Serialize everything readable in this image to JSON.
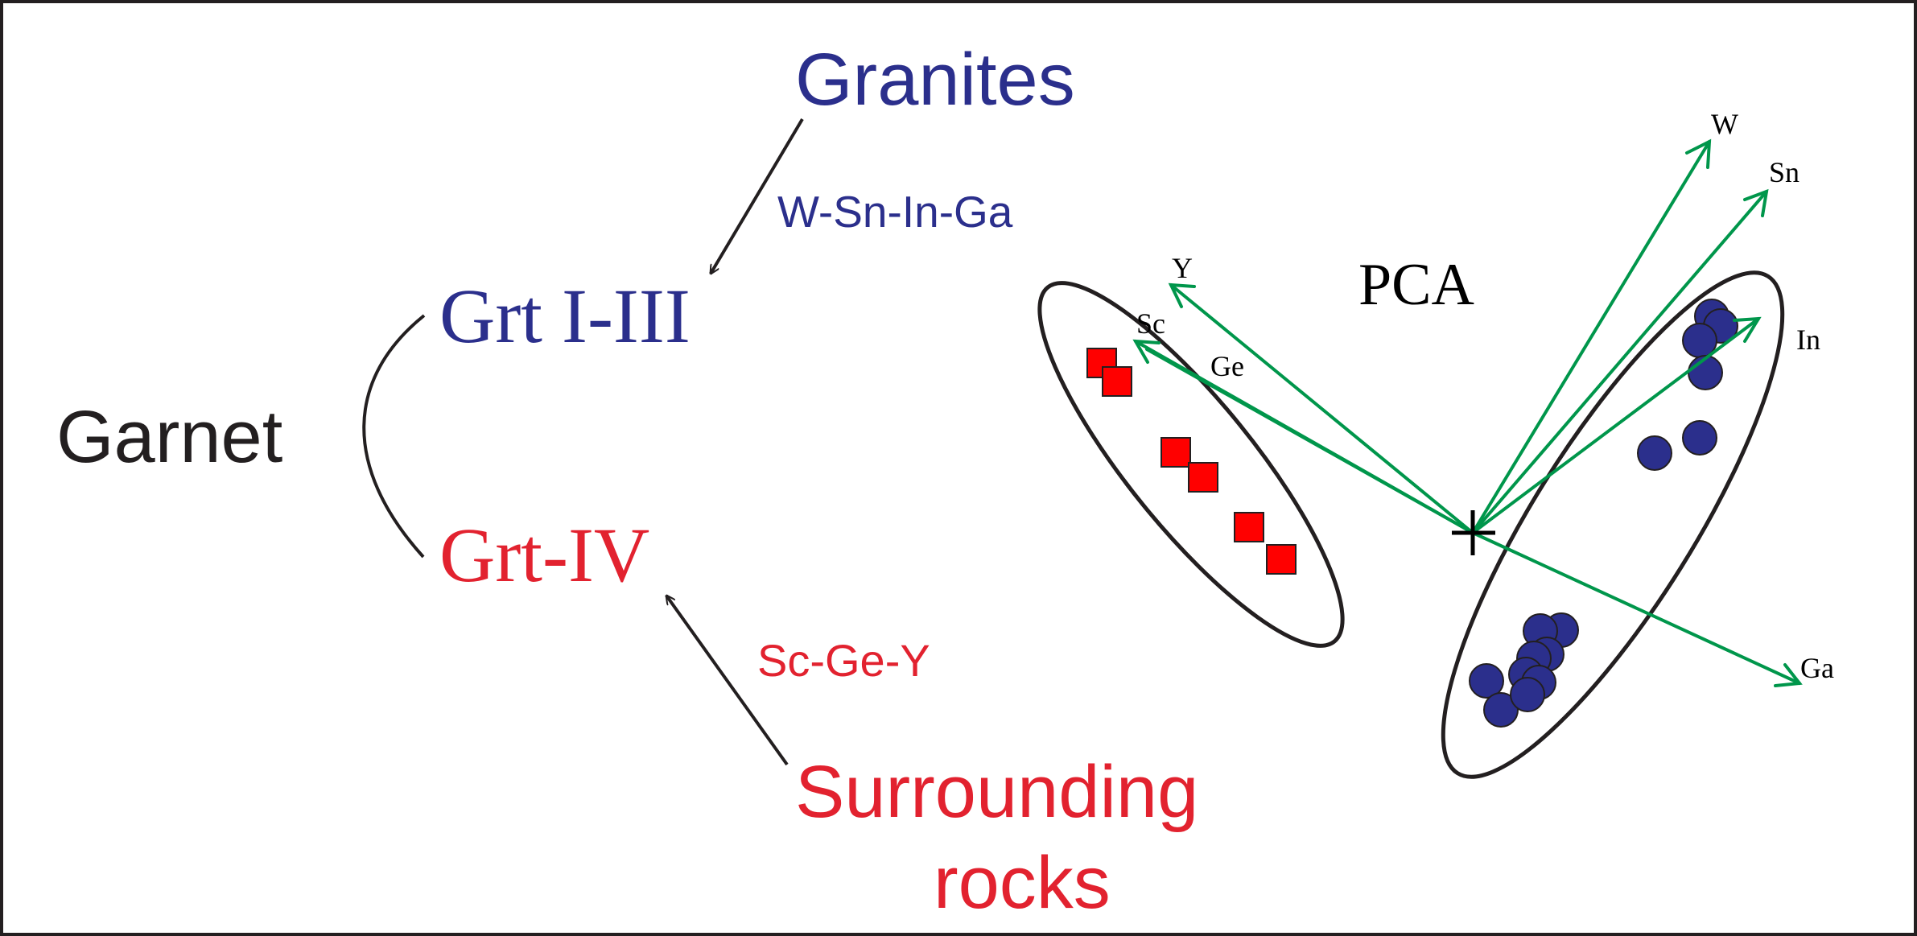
{
  "colors": {
    "blue": "#2B2F8C",
    "red": "#E2222F",
    "black": "#231F20",
    "green": "#00964B",
    "square_fill": "#FF0000",
    "circle_fill": "#2B2F8C"
  },
  "left": {
    "granites": "Granites",
    "w_sn_in_ga": "W-Sn-In-Ga",
    "grt_1_3": "Grt I-III",
    "garnet": "Garnet",
    "grt_4": "Grt-IV",
    "sc_ge_y": "Sc-Ge-Y",
    "surrounding_line1": "Surrounding",
    "surrounding_line2": "rocks"
  },
  "pca": {
    "title": "PCA",
    "labels": {
      "W": "W",
      "Sn": "Sn",
      "In": "In",
      "Y": "Y",
      "Sc": "Sc",
      "Ge": "Ge",
      "Ga": "Ga"
    }
  }
}
